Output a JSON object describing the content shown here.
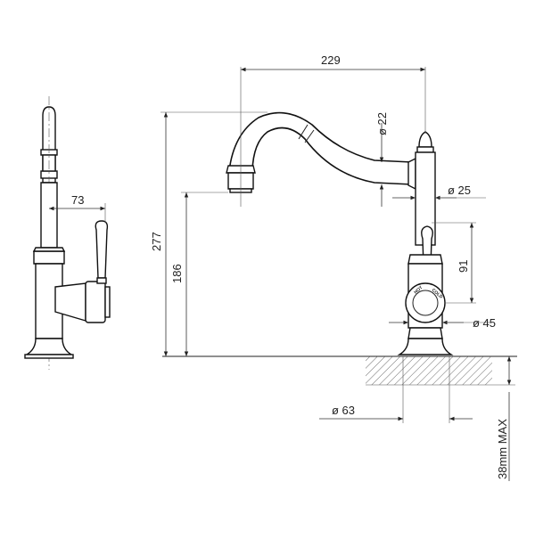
{
  "dimensions": {
    "spout_reach": "229",
    "spout_diameter": "ø 22",
    "body_diameter": "ø 25",
    "handle_projection": "73",
    "total_height": "277",
    "spout_outlet_height": "186",
    "handle_height": "91",
    "hub_diameter": "ø 45",
    "base_diameter": "ø 63",
    "bench_thickness": "38mm MAX"
  },
  "hub_labels": {
    "hot": "HOT",
    "cold": "COLD"
  }
}
